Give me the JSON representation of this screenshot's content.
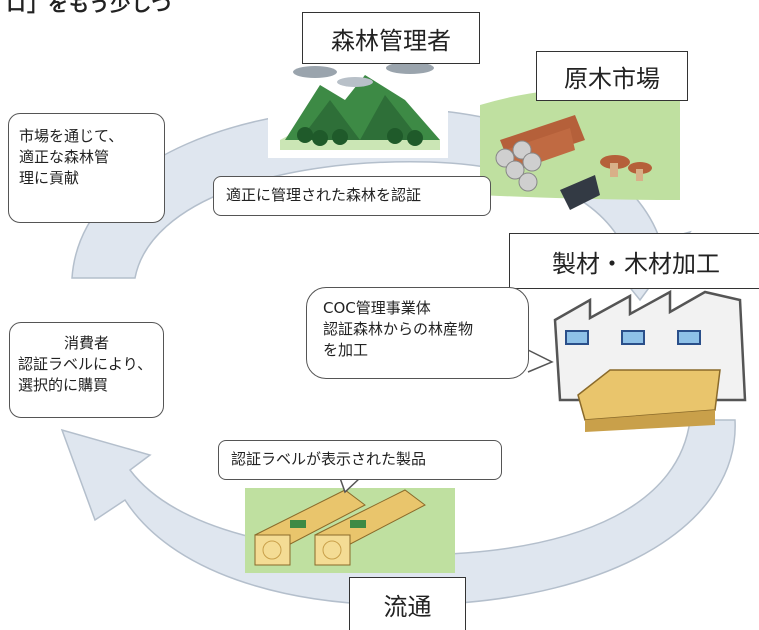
{
  "top_cut_text": "ロ」をもう少しつ",
  "nodes": {
    "forest_manager": "森林管理者",
    "log_market": "原木市場",
    "sawmill": "製材・木材加工",
    "distribution": "流通"
  },
  "callouts": {
    "contribute": [
      "市場を通じて、",
      "適正な森林管",
      "理に貢献"
    ],
    "certify": "適正に管理された森林を認証",
    "coc": [
      "COC管理事業体",
      "認証森林からの林産物",
      "を加工"
    ],
    "consumer": [
      "消費者",
      "認証ラベルにより、",
      "選択的に購買"
    ],
    "labeled_product": "認証ラベルが表示された製品"
  },
  "colors": {
    "arrow_fill": "#dfe6ef",
    "arrow_stroke": "#b4bfcc",
    "forest_green": "#3d8a45",
    "timber": "#e9c56c",
    "log_brown": "#b5603a",
    "grass": "#bfe0a0"
  }
}
